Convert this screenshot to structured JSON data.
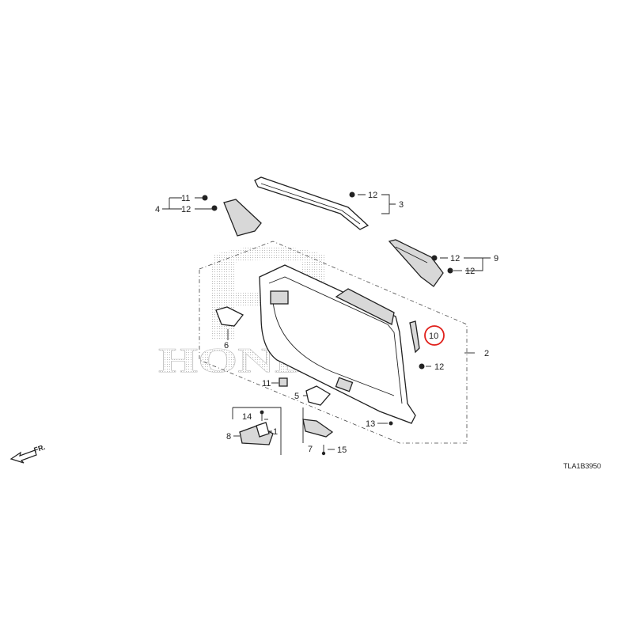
{
  "diagram_code": "TLA1B3950",
  "front_marker": "FR.",
  "watermark": "HONDA",
  "highlight_color": "#e0201b",
  "callouts": [
    {
      "id": "c1",
      "text": "1"
    },
    {
      "id": "c2",
      "text": "2"
    },
    {
      "id": "c3",
      "text": "3"
    },
    {
      "id": "c4",
      "text": "4"
    },
    {
      "id": "c5",
      "text": "5"
    },
    {
      "id": "c6",
      "text": "6"
    },
    {
      "id": "c7",
      "text": "7"
    },
    {
      "id": "c8",
      "text": "8"
    },
    {
      "id": "c9",
      "text": "9"
    },
    {
      "id": "c10",
      "text": "10"
    },
    {
      "id": "c11",
      "text": "11"
    },
    {
      "id": "c12a",
      "text": "12"
    },
    {
      "id": "c12b",
      "text": "12"
    },
    {
      "id": "c12c",
      "text": "12"
    },
    {
      "id": "c12d",
      "text": "12"
    },
    {
      "id": "c12e",
      "text": "12"
    },
    {
      "id": "c12f",
      "text": "12"
    },
    {
      "id": "c13",
      "text": "13"
    },
    {
      "id": "c14",
      "text": "14"
    },
    {
      "id": "c15",
      "text": "15"
    }
  ]
}
